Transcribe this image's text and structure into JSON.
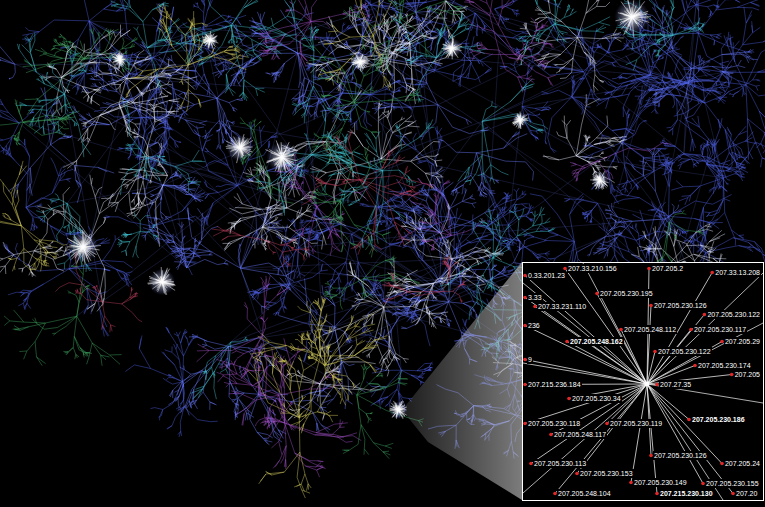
{
  "diagram": {
    "labels": [
      "207.33.210.156",
      "207.205.2",
      "207.33.13.208",
      "0.33.201.23",
      "3.33",
      "207.33.231.110",
      "207.205.230.195",
      "207.205.230.126",
      "207.205.230.122",
      "236",
      "207.205.248.162",
      "207.205.248.112",
      "207.205.230.117",
      "207.205.29",
      "207.205.230.122",
      "9",
      "207.205.230.174",
      "207.205",
      "207.215.236.184",
      "207.27.35",
      "207.205.230.34",
      "207.205.230.118",
      "207.205.248.117",
      "207.205.230.119",
      "207.205.230.186",
      "207.205.230.126",
      "207.205.230.113",
      "207.205.230.153",
      "207.205.230.149",
      "207.205.24",
      "207.205.230.155",
      "207.205.248.104",
      "207.215.230.130",
      "207.20"
    ]
  }
}
